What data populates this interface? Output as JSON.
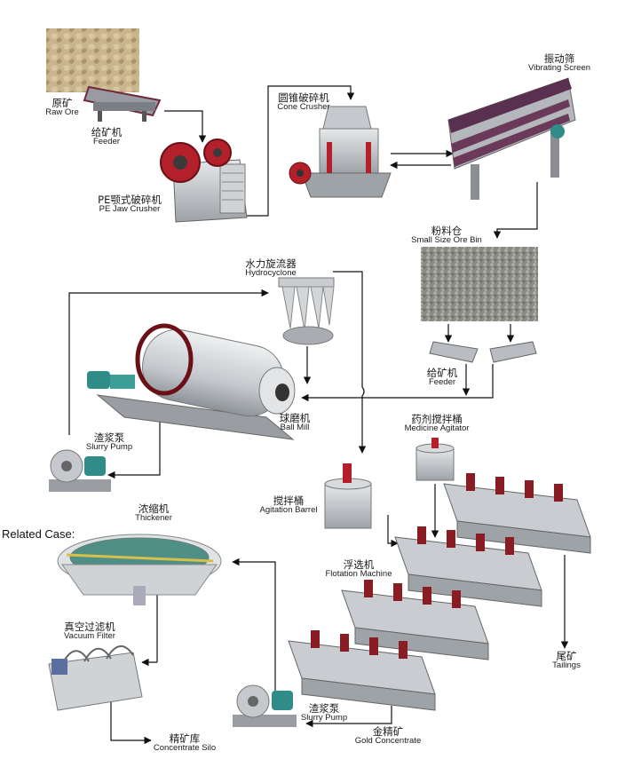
{
  "labels": {
    "raw_ore": {
      "zh": "原矿",
      "en": "Raw Ore"
    },
    "feeder_top": {
      "zh": "给矿机",
      "en": "Feeder"
    },
    "jaw_crusher": {
      "zh": "PE颚式破碎机",
      "en": "PE Jaw Crusher"
    },
    "cone_crusher": {
      "zh": "圆锥破碎机",
      "en": "Cone Crusher"
    },
    "vibrating_screen": {
      "zh": "振动筛",
      "en": "Vibrating Screen"
    },
    "ore_bin": {
      "zh": "粉料仓",
      "en": "Small Size Ore Bin"
    },
    "feeder_bottom": {
      "zh": "给矿机",
      "en": "Feeder"
    },
    "hydrocyclone": {
      "zh": "水力旋流器",
      "en": "Hydrocyclone"
    },
    "ball_mill": {
      "zh": "球磨机",
      "en": "Ball Mill"
    },
    "slurry_pump_top": {
      "zh": "渣浆泵",
      "en": "Slurry Pump"
    },
    "medicine_agitator": {
      "zh": "药剂搅拌桶",
      "en": "Medicine Agitator"
    },
    "agitation_barrel": {
      "zh": "搅拌桶",
      "en": "Agitation Barrel"
    },
    "thickener": {
      "zh": "浓缩机",
      "en": "Thickener"
    },
    "flotation_machine": {
      "zh": "浮选机",
      "en": "Flotation Machine"
    },
    "vacuum_filter": {
      "zh": "真空过滤机",
      "en": "Vacuum Filter"
    },
    "tailings": {
      "zh": "尾矿",
      "en": "Tailings"
    },
    "slurry_pump_bottom": {
      "zh": "渣浆泵",
      "en": "Slurry Pump"
    },
    "gold_concentrate": {
      "zh": "金精矿",
      "en": "Gold Concentrate"
    },
    "concentrate_silo": {
      "zh": "精矿库",
      "en": "Concentrate Silo"
    }
  },
  "overlay": {
    "related_case": "Related Case:"
  },
  "colors": {
    "frame": "#6e2a3c",
    "red": "#b3202a",
    "teal": "#2f8c88",
    "steel": "#c8ccd0",
    "dark": "#555a60",
    "flow": "#111111"
  }
}
